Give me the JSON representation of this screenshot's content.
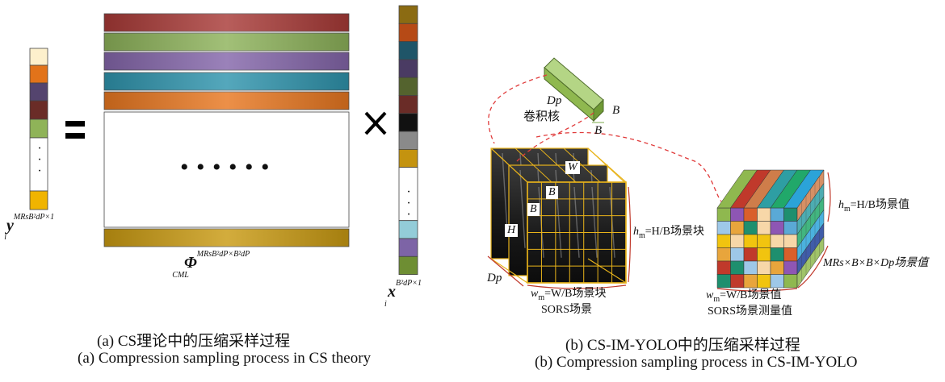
{
  "left": {
    "caption_zh": "(a) CS理论中的压缩采样过程",
    "caption_en": "(a) Compression sampling process in CS theory",
    "equals": "=",
    "times": "×",
    "ellipsis": "• • • • • •",
    "vdots": ". . .",
    "y_sym": "y",
    "y_sub": "i",
    "y_sup": "MRsB²dP×1",
    "phi_sym": "Φ",
    "phi_sub": "CML",
    "phi_sup": "MRsB²dP×B²dP",
    "x_sym": "x",
    "x_sub": "i",
    "x_sup": "B²dP×1",
    "colors": {
      "y_vector": [
        "#fdf0cc",
        "#e2731a",
        "#54446e",
        "#6a2c27",
        "#8fb358",
        "#ffffff",
        "#f0b400"
      ],
      "phi_bars": [
        "#a83a37",
        "#8db25a",
        "#8466aa",
        "#2f94ad",
        "#e87720"
      ],
      "phi_last_bar": "#c99a12",
      "x_vector": [
        "#8b6b12",
        "#b64a16",
        "#1f5568",
        "#4a3b63",
        "#54632e",
        "#6a2c27",
        "#111111",
        "#8a8a8a",
        "#c4930f",
        "#ffffff",
        "#93ccd8",
        "#7d64a6",
        "#6e8e33"
      ]
    }
  },
  "right": {
    "caption_zh": "(b) CS-IM-YOLO中的压缩采样过程",
    "caption_en": "(b) Compression sampling process in CS-IM-YOLO",
    "kernel_label": "卷积核",
    "dp_top": "Dp",
    "b_side": "B",
    "b_bottom": "B",
    "w_tag": "W",
    "b_tag1": "B",
    "b_tag2": "B",
    "h_tag": "H",
    "hm_block": "h",
    "hm_block_sub": "m",
    "hm_block_rest": "=H/B场景块",
    "dp_bottom": "Dp",
    "wm_block": "w",
    "wm_block_sub": "m",
    "wm_block_rest": "=W/B场景块",
    "sors_scene": "SORS场景",
    "hm_val": "h",
    "hm_val_sub": "m",
    "hm_val_rest": "=H/B场景值",
    "mrs_val": "MRs×B×B×Dp场景值",
    "wm_val": "w",
    "wm_val_sub": "m",
    "wm_val_rest": "=W/B场景值",
    "sors_measure": "SORS场景测量值",
    "colors": {
      "kernel": "#8fb84f",
      "grid_line": "#e8b31a",
      "dashed": "#e03a3a",
      "cube_top": [
        "#8fb84f",
        "#c0392b",
        "#cf7d4a",
        "#2e9ea3",
        "#21a86a",
        "#2ba3d8",
        "#1f3f99"
      ],
      "cube_front_palette": [
        "#8fb84f",
        "#e8a53c",
        "#5aa9d6",
        "#8e56b4",
        "#f1c40f",
        "#1e8f6e",
        "#d95f2b",
        "#9ec8e8",
        "#c0392b",
        "#f7d7a8"
      ]
    }
  }
}
